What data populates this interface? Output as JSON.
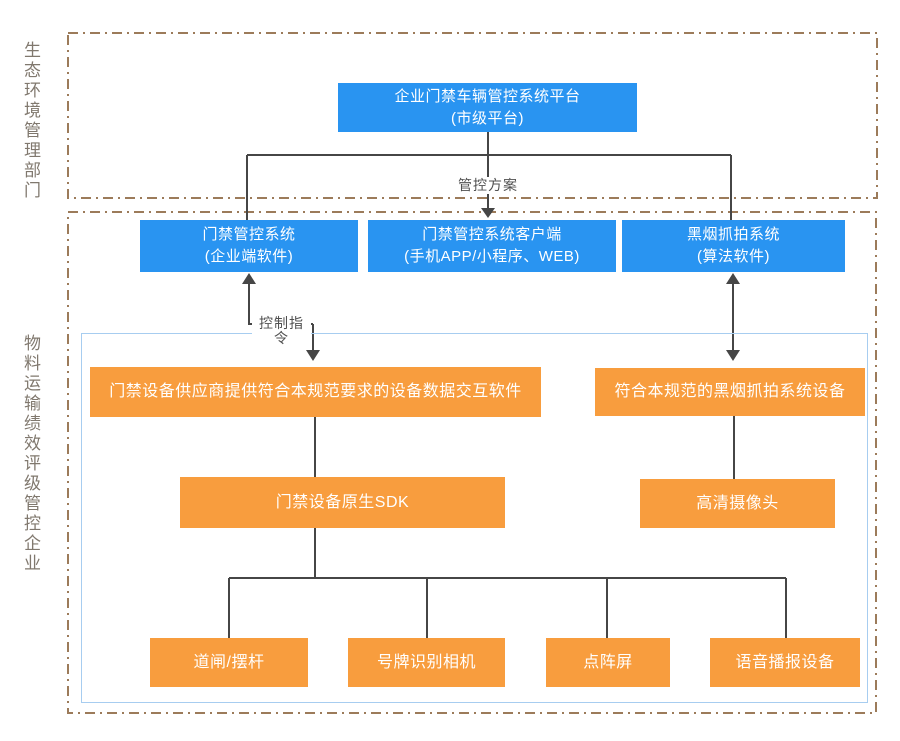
{
  "diagram": {
    "title_context": "enterprise access-control and vehicle management system architecture",
    "colors": {
      "node_blue": "#2994f1",
      "node_orange": "#f89d3e",
      "dashed_zone_border": "#9c7b5a",
      "inner_container_border": "#a7cdf0",
      "connector": "#464646",
      "edge_label_text": "#4f4f4f",
      "side_label_text": "#80786e"
    },
    "side_labels": {
      "top_zone": "生态环境管理部门",
      "bottom_zone": "物料运输绩效评级管控企业"
    },
    "edge_labels": {
      "control_plan": "管控方案",
      "control_command": "控制指令"
    },
    "nodes": {
      "platform": {
        "line1": "企业门禁车辆管控系统平台",
        "line2": "(市级平台)"
      },
      "access_system": {
        "line1": "门禁管控系统",
        "line2": "(企业端软件)"
      },
      "client": {
        "line1": "门禁管控系统客户端",
        "line2": "(手机APP/小程序、WEB)"
      },
      "smoke_system": {
        "line1": "黑烟抓拍系统",
        "line2": "(算法软件)"
      },
      "device_software": {
        "label": "门禁设备供应商提供符合本规范要求的设备数据交互软件"
      },
      "smoke_device": {
        "label": "符合本规范的黑烟抓拍系统设备"
      },
      "sdk": {
        "label": "门禁设备原生SDK"
      },
      "hd_camera": {
        "label": "高清摄像头"
      },
      "barrier_gate": {
        "label": "道闸/摆杆"
      },
      "plate_camera": {
        "label": "号牌识别相机"
      },
      "dot_matrix_screen": {
        "label": "点阵屏"
      },
      "voice_broadcast": {
        "label": "语音播报设备"
      }
    }
  }
}
